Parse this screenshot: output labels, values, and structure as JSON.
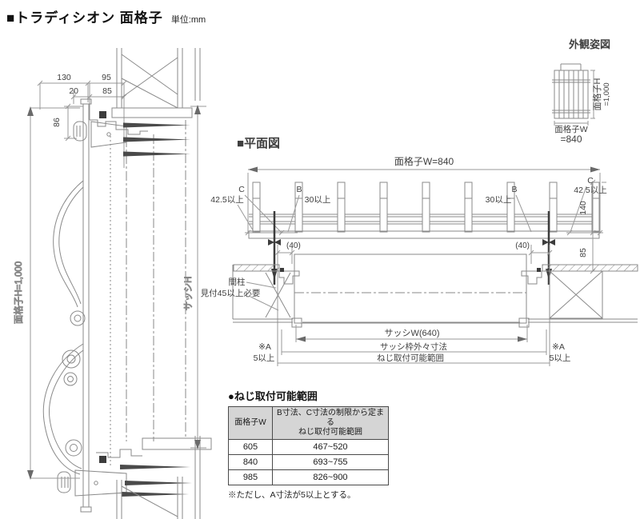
{
  "page": {
    "title": "■トラディシオン 面格子",
    "unit": "単位:mm"
  },
  "appearance": {
    "title": "外観姿図",
    "height_label": "面格子H",
    "height_value": "=1,000",
    "width_label": "面格子W",
    "width_value": "=840"
  },
  "section": {
    "dim_130": "130",
    "dim_95": "95",
    "dim_20": "20",
    "dim_85": "85",
    "dim_86": "86",
    "grille_height": "面格子H=1,000",
    "sash_height": "サッシH"
  },
  "plan": {
    "title": "■平面図",
    "grille_width": "面格子W=840",
    "c_label": "C",
    "c_value": "42.5以上",
    "b_label": "B",
    "b_value": "30以上",
    "dim_140": "140",
    "dim_85": "85",
    "dim_40": "(40)",
    "stud_line1": "間柱",
    "stud_line2": "見付45以上必要",
    "sash_width": "サッシW(640)",
    "sash_frame": "サッシ枠外々寸法",
    "screw_range": "ねじ取付可能範囲",
    "a_label": "※A",
    "a_value": "5以上"
  },
  "screw_table": {
    "title": "●ねじ取付可能範囲",
    "col_w": "面格子W",
    "col_range_line1": "B寸法、C寸法の制限から定まる",
    "col_range_line2": "ねじ取付可能範囲",
    "rows": [
      {
        "w": "605",
        "range": "467~520"
      },
      {
        "w": "840",
        "range": "693~755"
      },
      {
        "w": "985",
        "range": "826~900"
      }
    ],
    "note": "※ただし、A寸法が5以上とする。"
  }
}
